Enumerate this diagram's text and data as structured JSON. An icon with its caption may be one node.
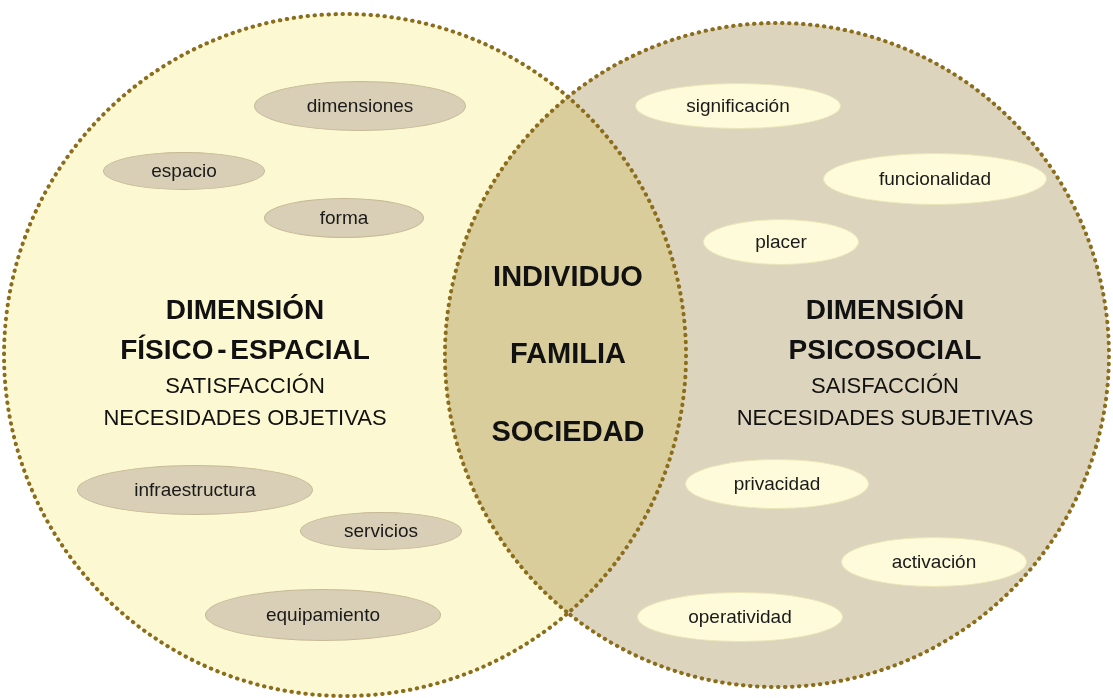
{
  "diagram": {
    "nodes": [
      {
        "text": [
          "DIMENSIÓN FÍSICO - ESPACIAL",
          "SATISFACCIÓN NECESIDADES OBJETIVAS"
        ]
      },
      {
        "text": [
          "dimensiones"
        ],
        "in": 0
      },
      {
        "text": [
          "espacio"
        ],
        "in": 0
      },
      {
        "text": [
          "forma"
        ],
        "in": 0
      },
      {
        "text": [
          "infraestructura"
        ],
        "in": 0
      },
      {
        "text": [
          "servicios"
        ],
        "in": 0
      },
      {
        "text": [
          "equipamiento"
        ],
        "in": 0
      },
      {
        "text": [
          "INDIVIDUO",
          "FAMILIA",
          "SOCIEDAD"
        ]
      },
      {
        "text": [
          "DIMENSIÓN PSICOSOCIAL",
          "SAISFACCIÓN NECESIDADES SUBJETIVAS"
        ]
      },
      {
        "text": [
          "significación"
        ],
        "in": 8
      },
      {
        "text": [
          "funcionalidad"
        ],
        "in": 8
      },
      {
        "text": [
          "placer"
        ],
        "in": 8
      },
      {
        "text": [
          "privacidad"
        ],
        "in": 8
      },
      {
        "text": [
          "activación"
        ],
        "in": 8
      },
      {
        "text": [
          "operatividad"
        ],
        "in": 8
      }
    ]
  }
}
